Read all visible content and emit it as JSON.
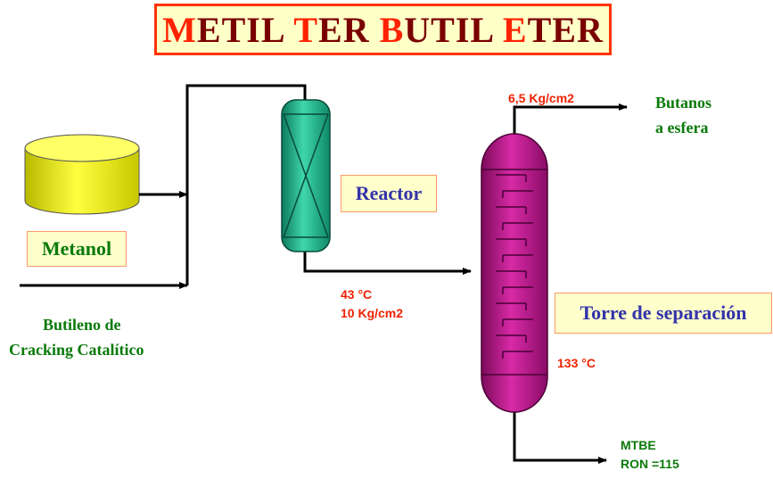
{
  "title": {
    "segments": [
      {
        "text": "M",
        "color": "#ff2200"
      },
      {
        "text": "ETIL ",
        "color": "#7a0000"
      },
      {
        "text": "T",
        "color": "#ff2200"
      },
      {
        "text": "ER ",
        "color": "#7a0000"
      },
      {
        "text": "B",
        "color": "#ff2200"
      },
      {
        "text": "UTIL ",
        "color": "#7a0000"
      },
      {
        "text": "E",
        "color": "#ff2200"
      },
      {
        "text": "TER",
        "color": "#7a0000"
      }
    ]
  },
  "labels": {
    "metanol": "Metanol",
    "reactor": "Reactor",
    "torre": "Torre de separación"
  },
  "feed": {
    "line1": "Butileno de",
    "line2": "Cracking Catalítico"
  },
  "top_product": {
    "line1": "Butanos",
    "line2": "a esfera"
  },
  "conditions": {
    "top_pressure": "6,5 Kg/cm2",
    "feed_temp": "43 °C",
    "feed_pressure": "10 Kg/cm2",
    "bottom_temp": "133 °C"
  },
  "bottom_product": {
    "line1": "MTBE",
    "line2": "RON =115"
  },
  "colors": {
    "tank": "#e6e600",
    "reactor": "#1fb08a",
    "tower": "#c6158f",
    "line": "#000000"
  },
  "icons": [
    "storage-tank-icon",
    "reactor-vessel-icon",
    "distillation-column-icon",
    "arrow-icon"
  ]
}
